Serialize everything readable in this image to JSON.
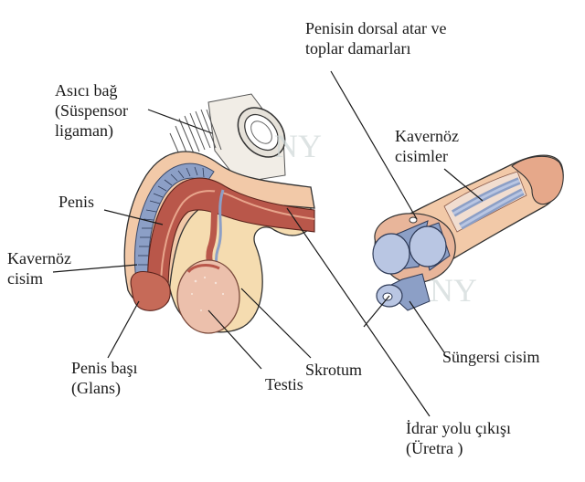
{
  "labels": {
    "dorsal": {
      "line1": "Penisin dorsal atar ve",
      "line2": "toplar damarları"
    },
    "suspensory": {
      "line1": "Asıcı bağ",
      "line2": "(Süspensor",
      "line3": "ligaman)"
    },
    "kavernoz_cisimler": {
      "line1": "Kavernöz",
      "line2": "cisimler"
    },
    "penis": "Penis",
    "kavernoz_cisim": {
      "line1": "Kavernöz",
      "line2": "cisim"
    },
    "glans": {
      "line1": "Penis başı",
      "line2": "(Glans)"
    },
    "skrotum": "Skrotum",
    "testis": "Testis",
    "sungersi": "Süngersi cisim",
    "uretra": {
      "line1": "İdrar yolu çıkışı",
      "line2": "(Üretra )"
    }
  },
  "watermark": "NY",
  "colors": {
    "skin": "#f2c9a8",
    "skin_dark": "#d99a7c",
    "corpus_red": "#b9574a",
    "corpus_blue": "#8c9fc6",
    "corpus_blue_light": "#b9c6e3",
    "scrotum": "#f5dcb0",
    "testis": "#ecc0ac",
    "line": "#1a1a1a"
  }
}
